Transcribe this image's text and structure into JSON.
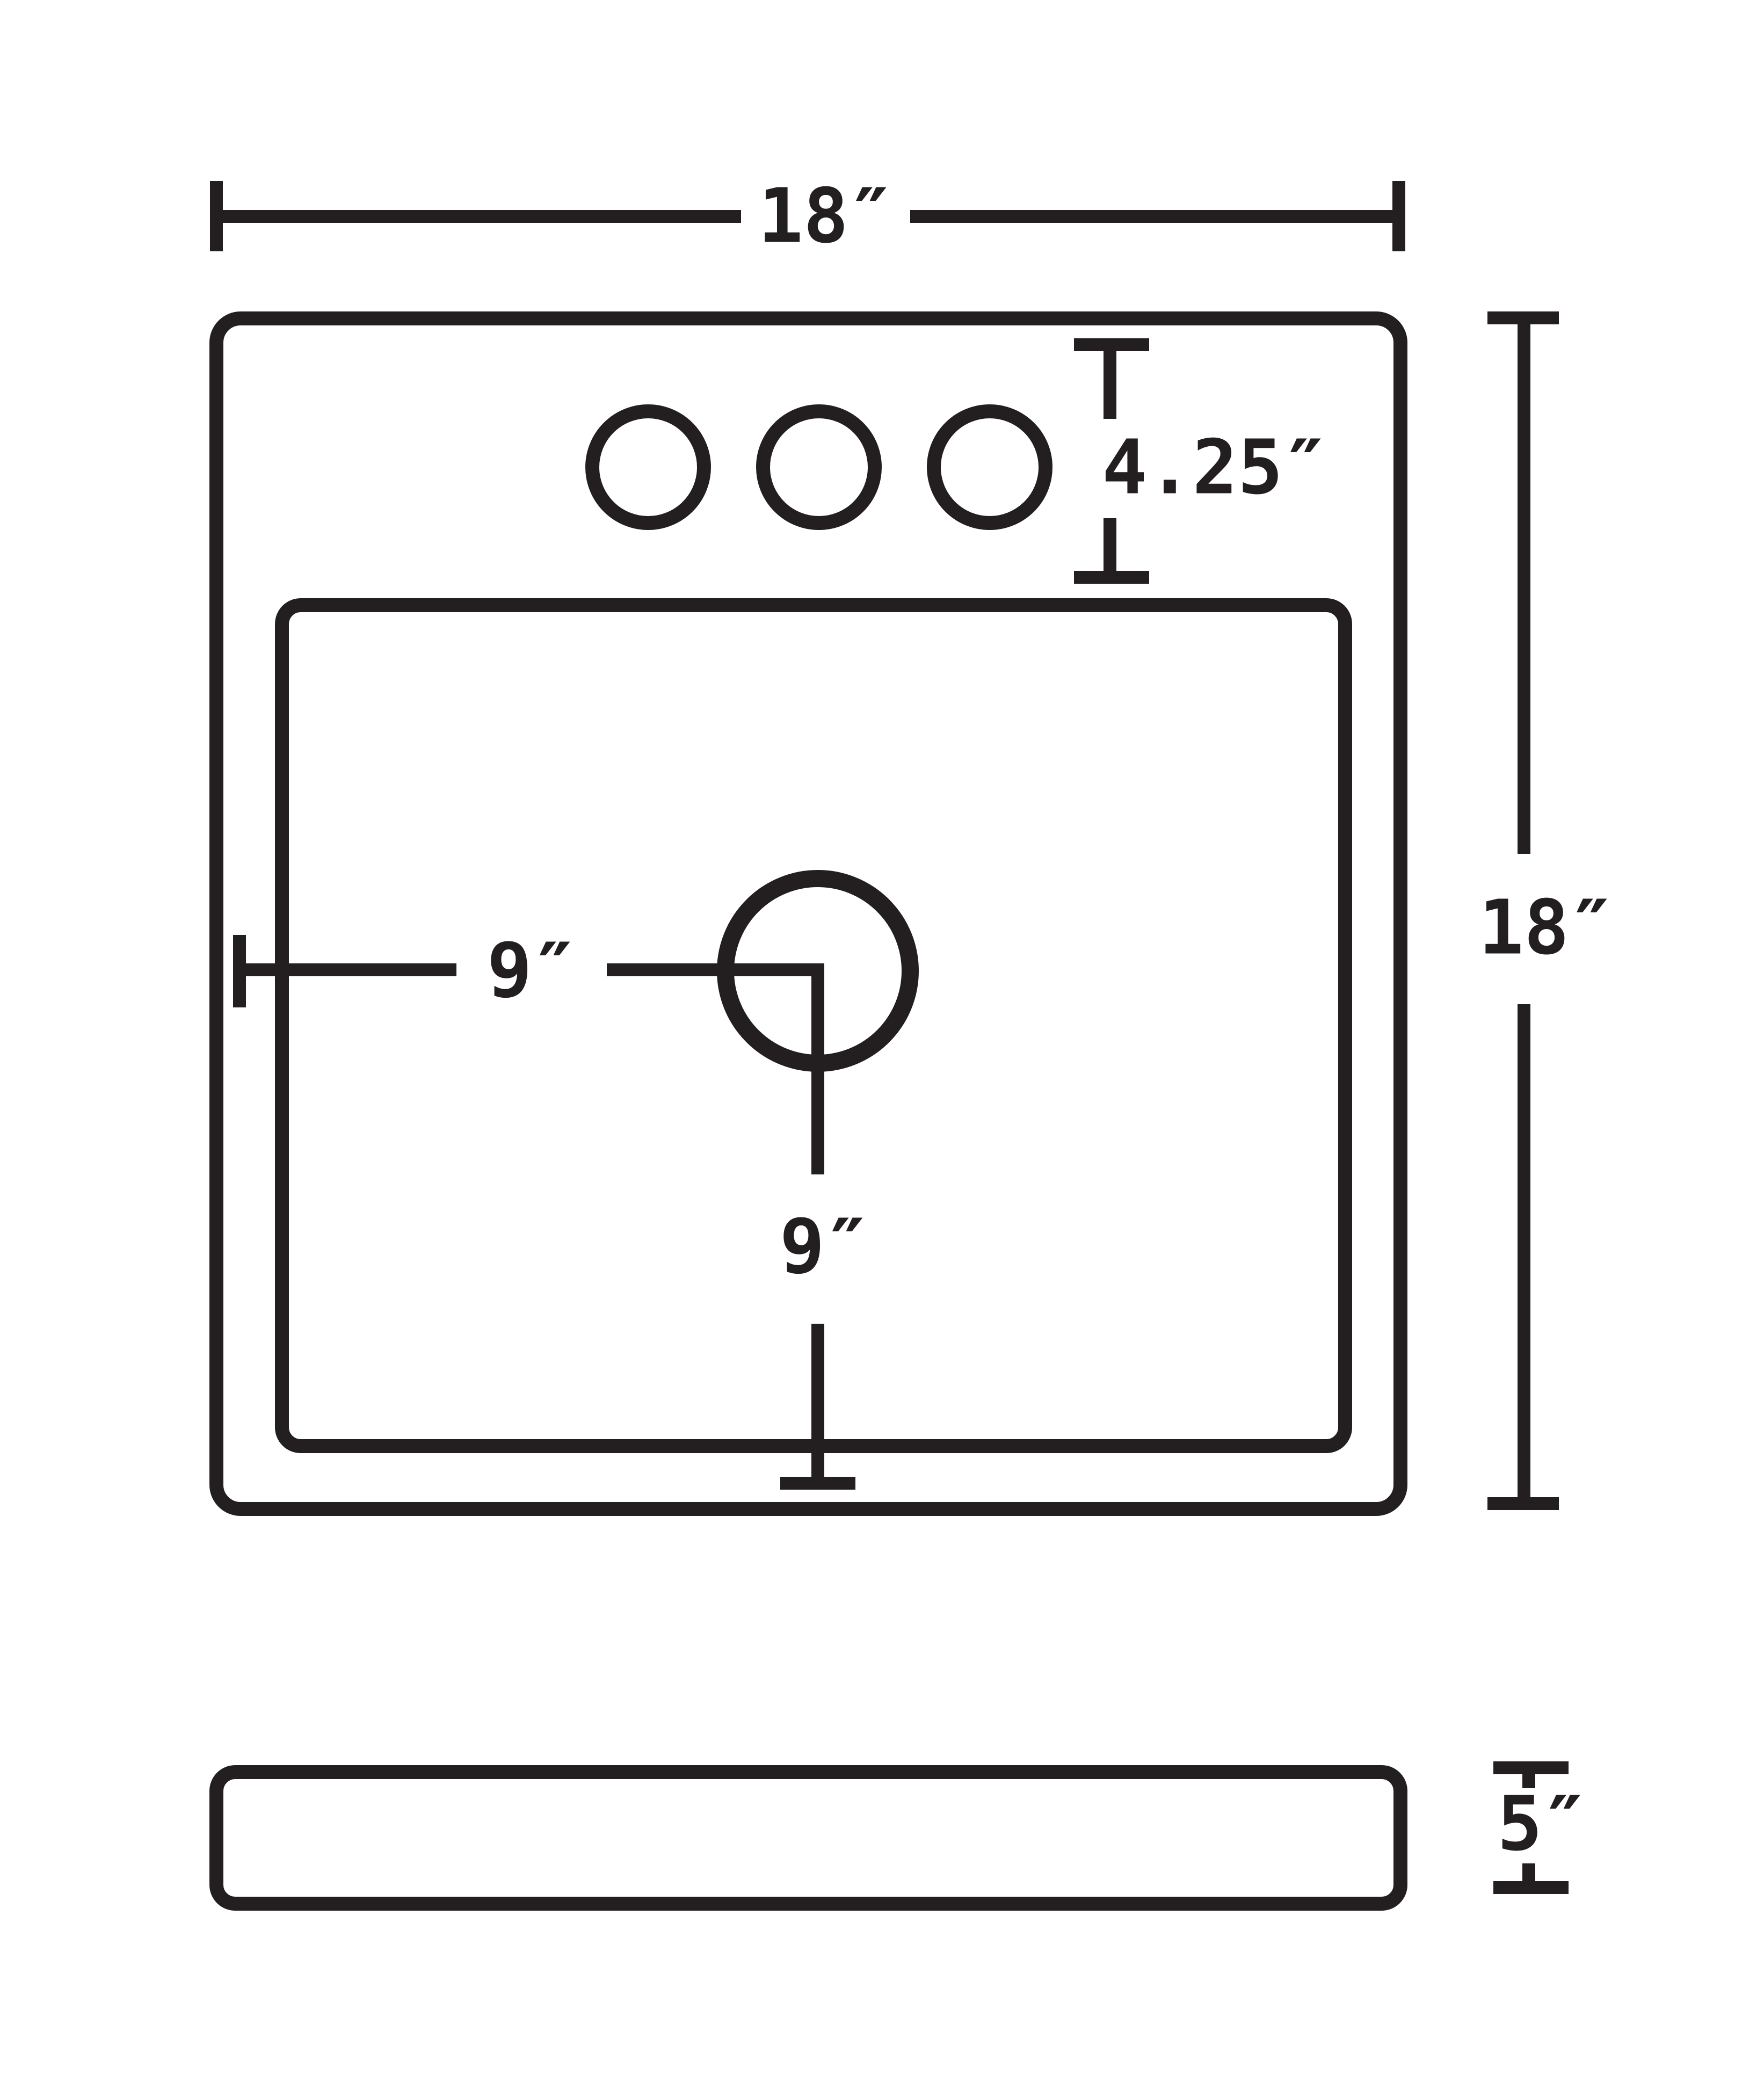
{
  "diagram": {
    "type": "sink-dimension-drawing",
    "faucet_hole_count": 3,
    "colors": {
      "line": "#231f20",
      "background": "#ffffff"
    }
  },
  "labels": {
    "top_width": "18″",
    "right_height": "18″",
    "faucet_hole_offset": "4.25″",
    "drain_center_from_left": "9″",
    "drain_center_to_bottom": "9″",
    "side_thickness": "5″"
  }
}
